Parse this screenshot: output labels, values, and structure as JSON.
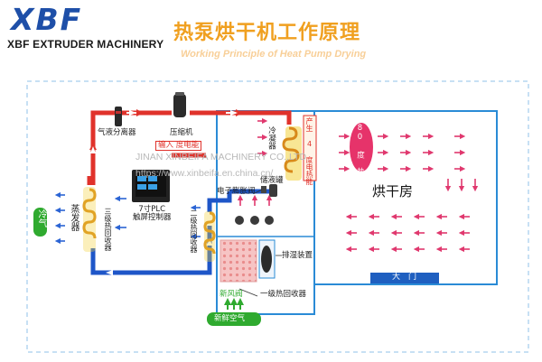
{
  "brand": {
    "logo_text": "XBF",
    "company_name": "XBF EXTRUDER MACHINERY"
  },
  "title": "热泵烘干机工作原理",
  "subtitle": "Working Principle of Heat Pump Drying",
  "watermark": {
    "line1": "JINAN XINBEIFA MACHINERY CO.,LTD",
    "line2": "https://www.xinbeifa.en.china.cn/"
  },
  "labels": {
    "gas_liquid_separator": "气液分离器",
    "compressor": "压缩机",
    "input_power": "输入 度电能",
    "condenser": "冷凝器",
    "liquid_receiver": "储液罐",
    "electronic_expansion_valve": "电子膨胀阀",
    "heat_generation": "产生 4 度电热能",
    "hot_wind": "80 度 热 风",
    "drying_room": "烘干房",
    "plc": "7寸PLC\n触屏控制器",
    "evaporator": "蒸发器",
    "cold_air": "冷气",
    "tertiary_recovery": "三级热回收器",
    "secondary_recovery": "二级热回收器",
    "dehumidifier": "排湿装置",
    "primary_recovery": "一级热回收器",
    "fresh_air_valve": "新风阀",
    "fresh_air": "新鲜空气",
    "door": "大　门"
  },
  "colors": {
    "hot_pipe": "#e0322b",
    "cold_pipe": "#1e56c8",
    "coil_fill": "#f3d23c",
    "coil_stroke": "#d88a1a",
    "room_border": "#2a8bd6",
    "arrow_pink": "#e0386e",
    "title_orange": "#f0a020",
    "logo_blue": "#1e4fa8",
    "cold_air_green": "#2faa2f",
    "door_blue": "#1f5fc0"
  }
}
